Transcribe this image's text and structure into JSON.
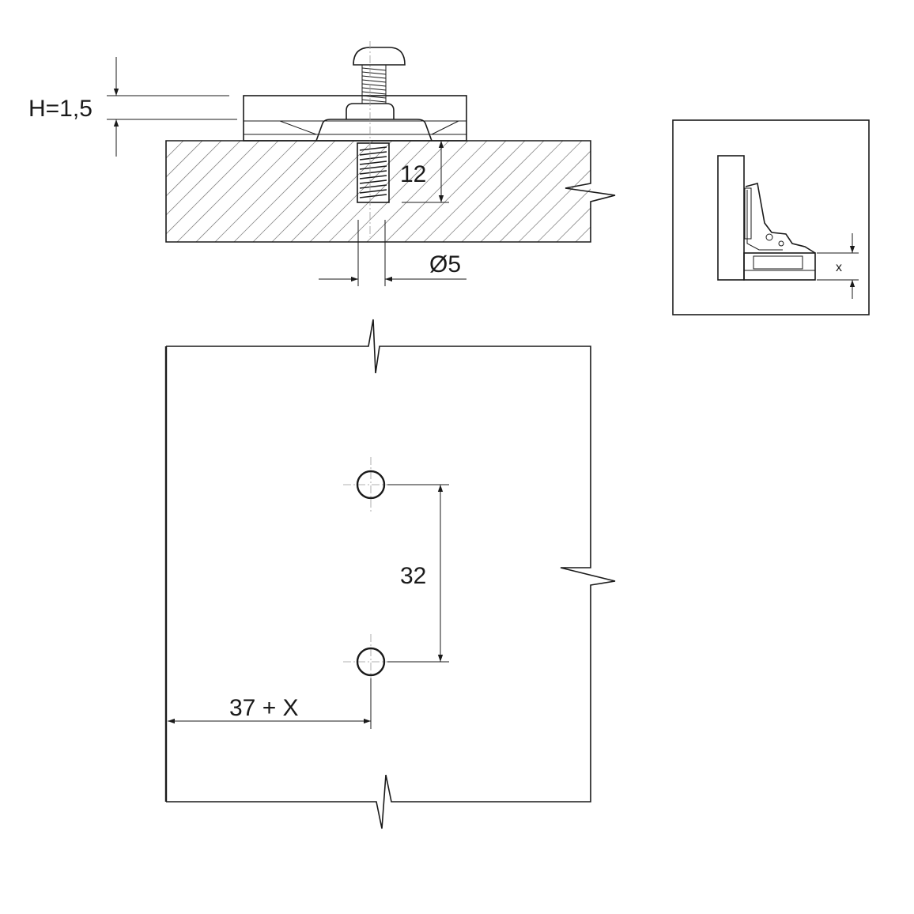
{
  "dimensions": {
    "plate_height": "H=1,5",
    "screw_depth": "12",
    "hole_diameter": "Ø5",
    "hole_spacing": "32",
    "edge_offset": "37 + X",
    "detail_offset": "x"
  },
  "colors": {
    "line": "#1a1a1a",
    "hatch": "#888888",
    "background": "#ffffff"
  }
}
